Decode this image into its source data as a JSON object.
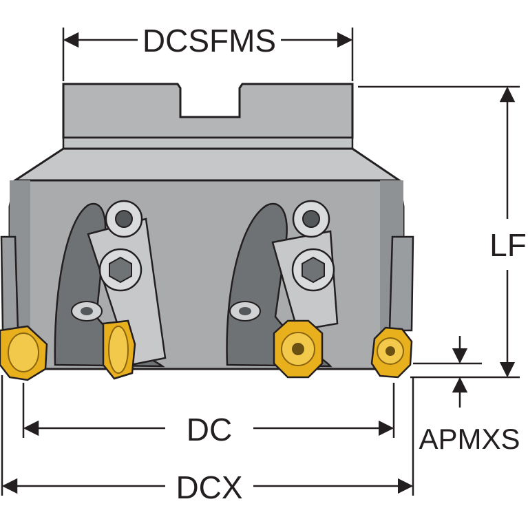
{
  "dimensions": {
    "dcsfms": "DCSFMS",
    "lf": "LF",
    "dc": "DC",
    "apmxs": "APMXS",
    "dcx": "DCX"
  },
  "colors": {
    "body": "#b3b5b6",
    "body_dark": "#7d8082",
    "body_light": "#d2d4d5",
    "insert": "#e9b01e",
    "insert_dark": "#8a6510",
    "line": "#231f20"
  }
}
